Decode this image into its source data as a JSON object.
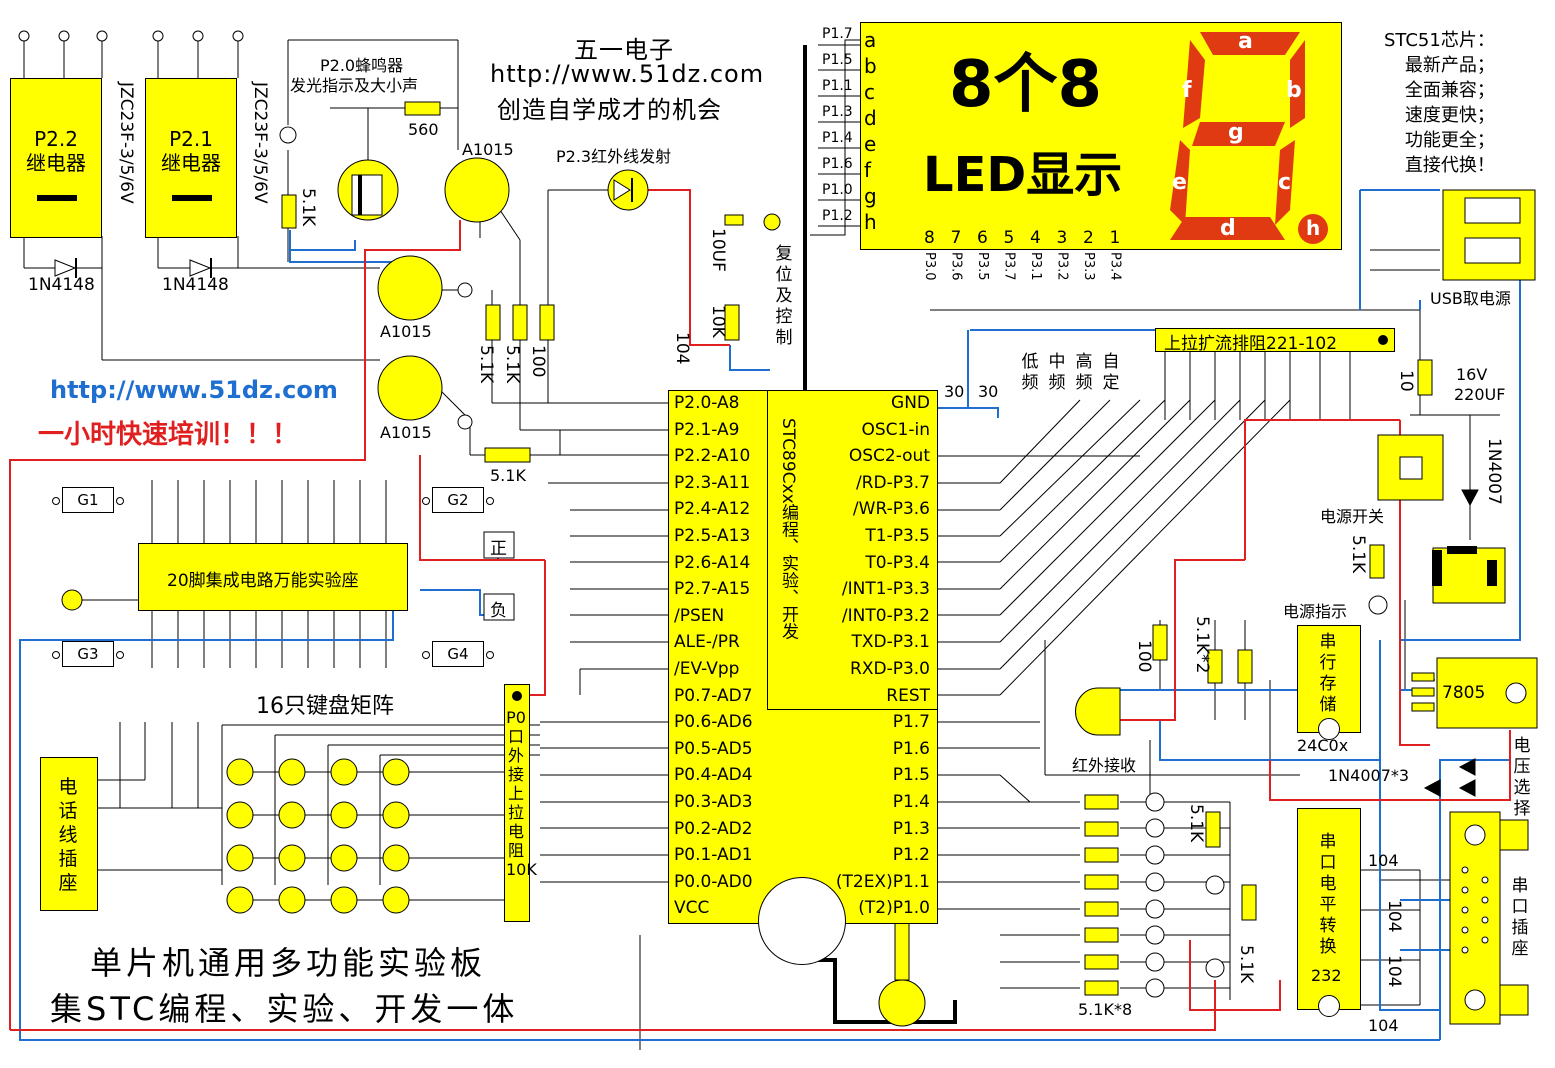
{
  "header": {
    "company": "五一电子",
    "url": "http://www.51dz.com",
    "slogan": "创造自学成才的机会"
  },
  "promo": {
    "url": "http://www.51dz.com",
    "training": "一小时快速培训！！！"
  },
  "footer": {
    "line1": "单片机通用多功能实验板",
    "line2": "集STC编程、实验、开发一体"
  },
  "stc_notes": [
    "STC51芯片：",
    "最新产品；",
    "全面兼容；",
    "速度更快；",
    "功能更全；",
    "直接代换！"
  ],
  "relays": [
    {
      "pin": "P2.2",
      "name": "继电器",
      "model": "JZC23F-3/5/6V",
      "diode": "1N4148"
    },
    {
      "pin": "P2.1",
      "name": "继电器",
      "model": "JZC23F-3/5/6V",
      "diode": "1N4148"
    }
  ],
  "buzzer": {
    "line1": "P2.0蜂鸣器",
    "line2": "发光指示及大小声",
    "resistor": "560"
  },
  "infrared_tx": "P2.3红外线发射",
  "transistors": [
    "A1015",
    "A1015",
    "A1015"
  ],
  "resistors": {
    "r51k_a": "5.1K",
    "r51k_b": "5.1K",
    "r51k_c": "5.1K",
    "r100": "100",
    "r51k_d": "5.1K",
    "r10k": "10K",
    "cap10uf": "10UF",
    "cap104": "104"
  },
  "reset": "复位及控制",
  "led_display": {
    "title1": "8个8",
    "title2": "LED显示",
    "segments": [
      "a",
      "b",
      "c",
      "d",
      "e",
      "f",
      "g",
      "h"
    ],
    "port_pins": [
      "P1.7",
      "P1.5",
      "P1.1",
      "P1.3",
      "P1.4",
      "P1.6",
      "P1.0",
      "P1.2"
    ],
    "digit_numbers": [
      "8",
      "7",
      "6",
      "5",
      "4",
      "3",
      "2",
      "1"
    ],
    "digit_pins": [
      "P3.0",
      "P3.6",
      "P3.5",
      "P3.7",
      "P3.1",
      "P3.2",
      "P3.3",
      "P3.4"
    ]
  },
  "pullup": "上拉扩流排阻221-102",
  "osc": {
    "c1": "30",
    "c2": "30",
    "freq": [
      "低频",
      "中频",
      "高频",
      "自定"
    ]
  },
  "chip": {
    "name": "STC89Cxx编程、实验、开发",
    "left_pins": [
      "P2.0-A8",
      "P2.1-A9",
      "P2.2-A10",
      "P2.3-A11",
      "P2.4-A12",
      "P2.5-A13",
      "P2.6-A14",
      "P2.7-A15",
      "/PSEN",
      "ALE-/PR",
      "/EV-Vpp",
      "P0.7-AD7",
      "P0.6-AD6",
      "P0.5-AD5",
      "P0.4-AD4",
      "P0.3-AD3",
      "P0.2-AD2",
      "P0.1-AD1",
      "P0.0-AD0",
      "VCC"
    ],
    "right_pins": [
      "GND",
      "OSC1-in",
      "OSC2-out",
      "/RD-P3.7",
      "/WR-P3.6",
      "T1-P3.5",
      "T0-P3.4",
      "/INT1-P3.3",
      "/INT0-P3.2",
      "TXD-P3.1",
      "RXD-P3.0",
      "REST",
      "P1.7",
      "P1.6",
      "P1.5",
      "P1.4",
      "P1.3",
      "P1.2",
      "(T2EX)P1.1",
      "(T2)P1.0"
    ]
  },
  "socket20": "20脚集成电路万能实验座",
  "gboxes": [
    "G1",
    "G2",
    "G3",
    "G4"
  ],
  "polarity": {
    "pos": "正",
    "neg": "负"
  },
  "keypad": "16只键盘矩阵",
  "p0_pullup": "P0口外接上拉电阻10K",
  "phone": "电话线插座",
  "usb": "USB取电源",
  "power": {
    "r10": "10",
    "cap": "16V",
    "cap2": "220UF",
    "diode": "1N4007",
    "switch": "电源开关",
    "r51k": "5.1K",
    "indicator": "电源指示",
    "regulator": "7805",
    "diodes3": "1N4007*3",
    "voltage_sel": "电压选择"
  },
  "eeprom": {
    "name": "串行存储",
    "part": "24C0x",
    "r100": "100",
    "r51k2": "5.1K*2"
  },
  "ir_rx": "红外接收",
  "serial": {
    "name": "串口电平转换",
    "part": "232",
    "caps": [
      "104",
      "104",
      "104",
      "104"
    ],
    "socket": "串口插座"
  },
  "leds8": {
    "r": "5.1K*8",
    "r1": "5.1K",
    "r2": "5.1K"
  },
  "colors": {
    "board": "#ffff00",
    "segment": "#e03a12",
    "red_wire": "#e02020",
    "blue_wire": "#1e6fd0",
    "promo_blue": "#1e6fd0",
    "promo_red": "#e02020"
  }
}
